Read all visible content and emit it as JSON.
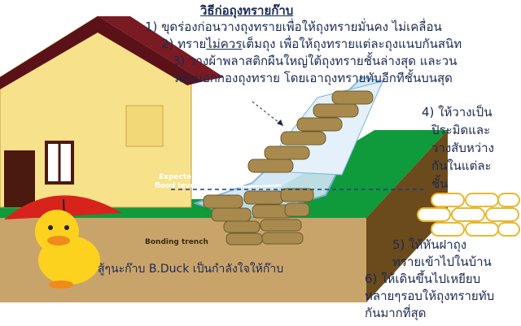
{
  "title": "วิธีก่อถุงทรายก๊าบ",
  "steps": {
    "s1": "1) ขุดร่องก่อนวางถุงทรายเพื่อให้ถุงทรายมั่นคง ไม่เคลื่อน",
    "s2_a": "2) ทราย",
    "s2_b": "ไม่ควร",
    "s2_c": "เต็มถุง เพื่อให้ถุงทรายแต่ละถุงแนบกันสนิท",
    "s3_1": "3) วางผ้าพลาสติกผืนใหญ่ใต้ถุงทรายชั้นล่างสุด และวน",
    "s3_2": "รอบนอกกองถุงทราย โดยเอาถุงทรายทับอีกทีชั้นบนสุด",
    "s4_1": "4) ให้วางเป็น",
    "s4_2": "ปิระมิดและ",
    "s4_3": "วางสับหว่าง",
    "s4_4": "กันในแต่ละ",
    "s4_5": "ชั้น",
    "s5_1": "5) ให้หันฝาถุง",
    "s5_2": "ทรายเข้าไปในบ้าน",
    "s6_1": "6) ให้เดินขึ้นไปเหยียบ",
    "s6_2": "หลายๆรอบให้ถุงทรายทับ",
    "s6_3": "กันมากที่สุด"
  },
  "labels": {
    "flood1": "Expected",
    "flood2": "flood level",
    "trench": "Bonding trench"
  },
  "caption": "สู้ๆนะก๊าบ B.Duck เป็นกำลังใจให้ก๊าบ",
  "colors": {
    "text": "#1a2a55",
    "wall": "#f7e18a",
    "roof": "#5a1218",
    "grass": "#0f9a3c",
    "soil": "#c9a46a",
    "soilSide": "#6b4a1c",
    "bag": "#a88a4e",
    "plastic": "#cfe6f5"
  }
}
